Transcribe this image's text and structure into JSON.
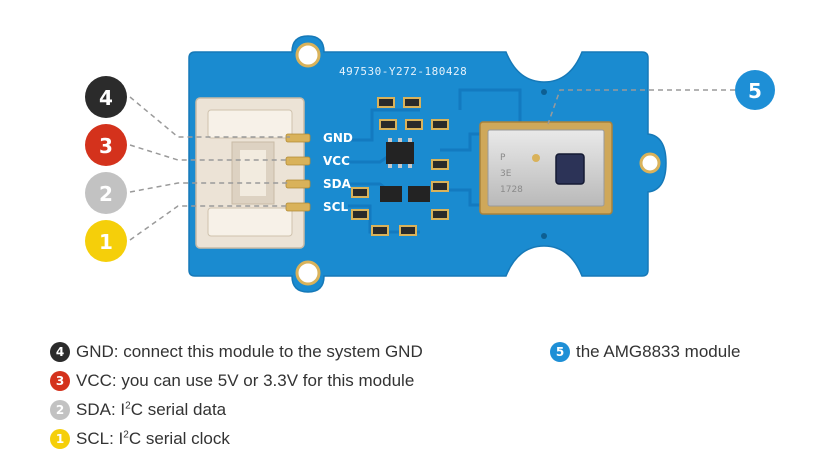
{
  "board": {
    "serial": "497530-Y272-180428",
    "pins": [
      "GND",
      "VCC",
      "SDA",
      "SCL"
    ],
    "sensor_marking": [
      "P",
      "3E",
      "1728"
    ]
  },
  "callouts": [
    {
      "number": "4",
      "color": "#2b2b2b"
    },
    {
      "number": "3",
      "color": "#d4321c"
    },
    {
      "number": "2",
      "color": "#c2c2c2"
    },
    {
      "number": "1",
      "color": "#f5cf0a"
    },
    {
      "number": "5",
      "color": "#1e8fd6"
    }
  ],
  "legend": [
    {
      "number": "4",
      "color": "#2b2b2b",
      "text": "GND: connect this module to the system GND"
    },
    {
      "number": "3",
      "color": "#d4321c",
      "text": "VCC: you can use 5V or 3.3V for this module"
    },
    {
      "number": "2",
      "color": "#c2c2c2",
      "prefix": "SDA: I",
      "sup": "2",
      "suffix": "C serial data"
    },
    {
      "number": "1",
      "color": "#f5cf0a",
      "prefix": "SCL: I",
      "sup": "2",
      "suffix": "C serial clock"
    },
    {
      "number": "5",
      "color": "#1e8fd6",
      "text": "the AMG8833 module"
    }
  ],
  "colors": {
    "pcb": "#1a8bd0",
    "pcb_edge": "#1679b8",
    "connector": "#ece3d6",
    "gold": "#d9b25a"
  }
}
